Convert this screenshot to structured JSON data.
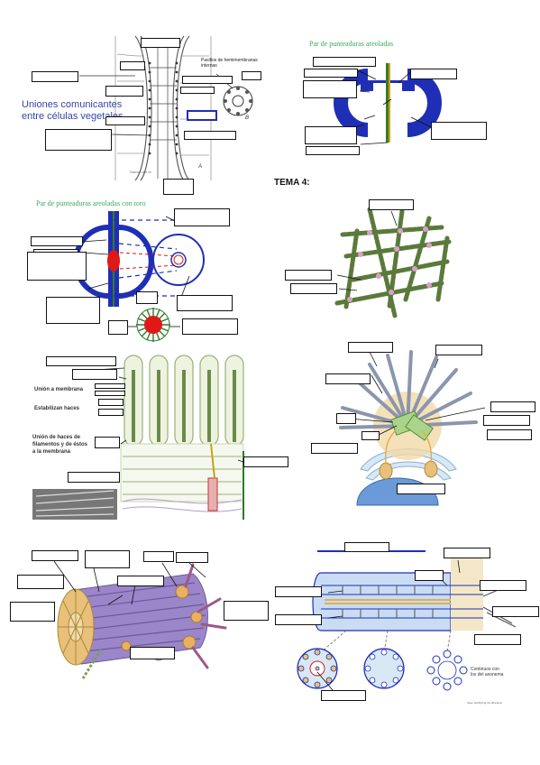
{
  "page_title": "TEMA 4:",
  "panels": {
    "plasmodesmata": {
      "caption": "Uniones comunicantes entre células vegetales",
      "caption_line1": "Uniones comunicantes",
      "caption_line2": "entre células vegetales",
      "inset_label": "Pasillos de hemimembranas internas",
      "inset_label_line1": "Pasillos de hemimembranas",
      "inset_label_line2": "internas",
      "letter_a": "A",
      "letter_b": "B",
      "credit": "Sarrazi del re"
    },
    "bordered_pits": {
      "title": "Par de punteaduras areoladas"
    },
    "bordered_pits_torus": {
      "title": "Par de punteaduras areoladas con toro"
    },
    "microvilli": {
      "label_membrane": "Unión a membrana",
      "label_bundles": "Estabilizan haces",
      "label_filaments": "Unión de haces de filamentos y de éstos a la membrana",
      "label_filaments_line1": "Unión de haces de",
      "label_filaments_line2": "filamentos y de éstos",
      "label_filaments_line3": "a la membrana"
    },
    "axoneme": {
      "label_continuous": "Continuos con los del axonema",
      "label_continuous_line1": "Continuos con",
      "label_continuous_line2": "los del axonema",
      "credit": "Sean publishing via dhanana"
    }
  },
  "colors": {
    "blue": "#1f2fb5",
    "green_title": "#3aa85a",
    "red": "#e01818",
    "purple": "#9b86c9",
    "tan": "#e8c079"
  }
}
